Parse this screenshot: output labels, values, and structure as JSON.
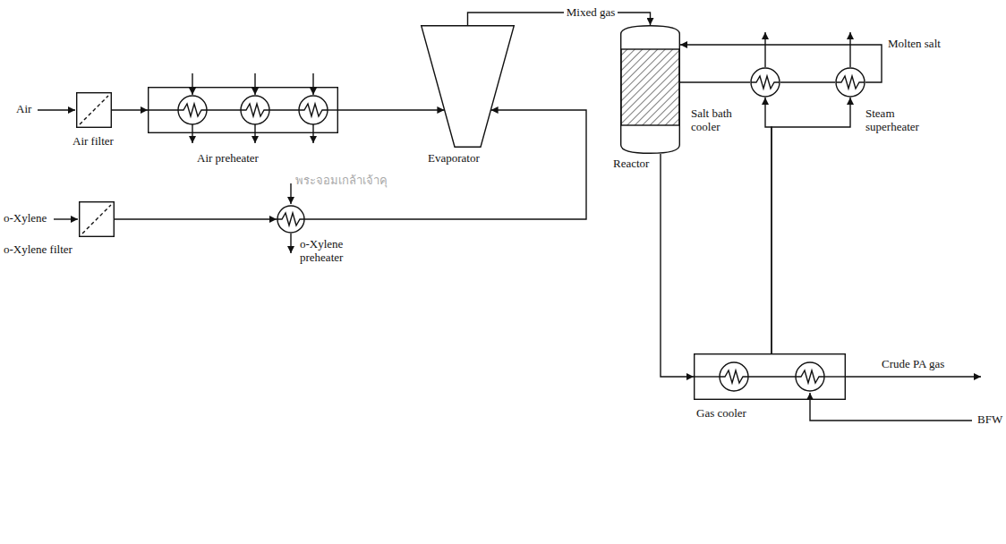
{
  "diagram": {
    "nodes": [
      {
        "text": [
          "Air filter"
        ]
      },
      {
        "text": [
          "Air preheater"
        ]
      },
      {
        "text": [
          "Evaporator"
        ]
      },
      {
        "text": [
          "Reactor"
        ]
      },
      {
        "text": [
          "Salt bath cooler"
        ]
      },
      {
        "text": [
          "Steam superheater"
        ]
      },
      {
        "text": [
          "o-Xylene filter"
        ]
      },
      {
        "text": [
          "o-Xylene preheater"
        ]
      },
      {
        "text": [
          "Gas cooler"
        ]
      }
    ],
    "edges": [
      {
        "from": 0,
        "to": 1,
        "arrow": "to"
      },
      {
        "from": 1,
        "to": 2,
        "arrow": "to"
      },
      {
        "from": 6,
        "to": 7,
        "arrow": "to"
      },
      {
        "from": 7,
        "to": 2,
        "arrow": "to"
      },
      {
        "from": 2,
        "to": 3,
        "label": "Mixed gas",
        "arrow": "to"
      },
      {
        "from": 3,
        "to": 4,
        "arrow": "none"
      },
      {
        "from": 4,
        "to": 5,
        "arrow": "none"
      },
      {
        "from": 5,
        "to": 3,
        "label": "Molten salt",
        "arrow": "to"
      },
      {
        "from": 3,
        "to": 8,
        "arrow": "to"
      },
      {
        "from": 8,
        "to": 4,
        "arrow": "to"
      },
      {
        "from": 8,
        "to": 5,
        "arrow": "to"
      }
    ],
    "labels": [
      "Air",
      "o-Xylene",
      "Crude PA gas",
      "BFW",
      "พระจอมเกล้าเจ้าคุ"
    ]
  }
}
